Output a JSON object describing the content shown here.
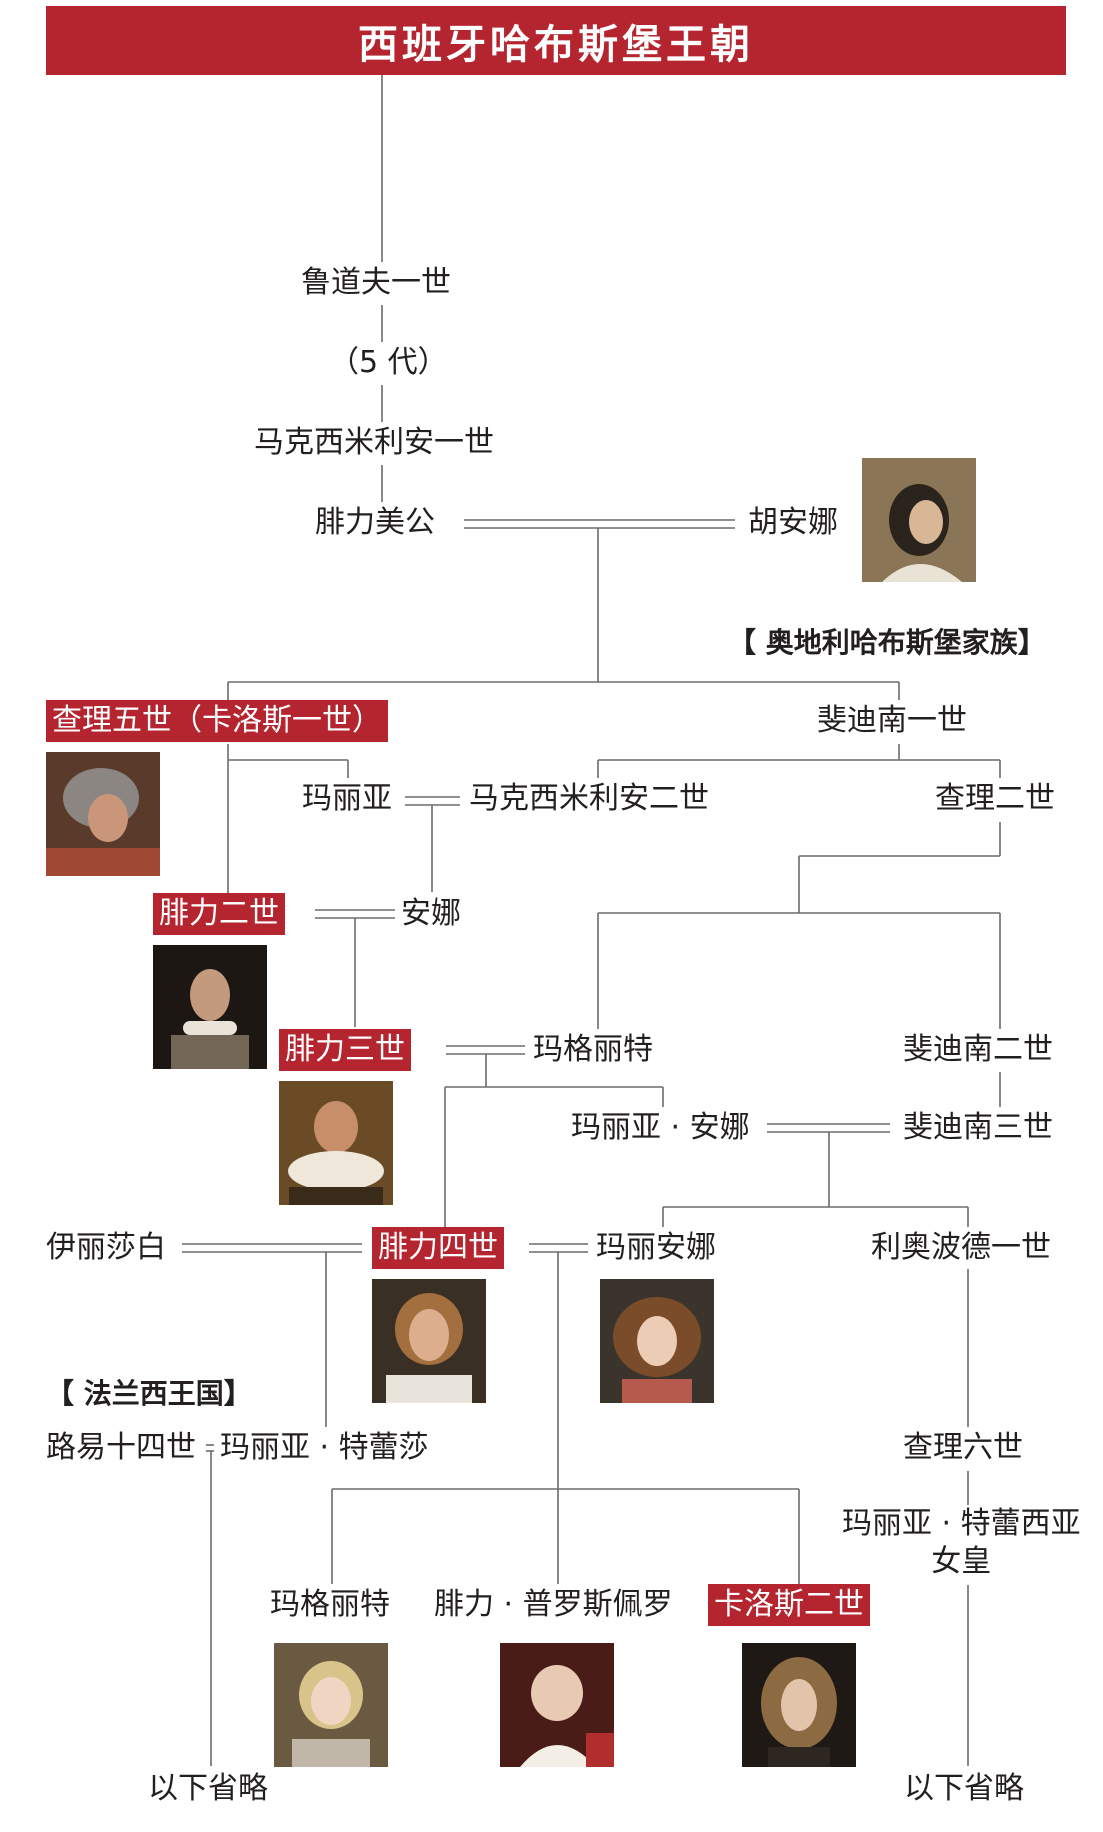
{
  "title": "西班牙哈布斯堡王朝",
  "houses": {
    "austria": "【 奥地利哈布斯堡家族】",
    "france": "【 法兰西王国】"
  },
  "people": {
    "rudolf1": "鲁道夫一世",
    "gen5": "（5 代）",
    "maximilian1": "马克西米利安一世",
    "philip_handsome": "腓力美公",
    "joanna": "胡安娜",
    "charles5": "查理五世（卡洛斯一世）",
    "ferdinand1": "斐迪南一世",
    "maria_a": "玛丽亚",
    "maximilian2": "马克西米利安二世",
    "charles2_austria": "查理二世",
    "philip2": "腓力二世",
    "anna": "安娜",
    "philip3": "腓力三世",
    "margaret_a": "玛格丽特",
    "ferdinand2": "斐迪南二世",
    "maria_anna_a": "玛丽亚 · 安娜",
    "ferdinand3": "斐迪南三世",
    "elisabeth": "伊丽莎白",
    "philip4": "腓力四世",
    "mariana": "玛丽安娜",
    "leopold1": "利奥波德一世",
    "louis14": "路易十四世",
    "maria_theresa_spain": "玛丽亚 · 特蕾莎",
    "charles6": "查理六世",
    "maria_theresa_line1": "玛丽亚 · 特蕾西亚",
    "maria_theresa_line2": "女皇",
    "margaret_b": "玛格丽特",
    "philip_prospero": "腓力 · 普罗斯佩罗",
    "charles2_spain": "卡洛斯二世",
    "omitted_left": "以下省略",
    "omitted_right": "以下省略"
  },
  "portraits": {
    "joanna": "portrait-joanna",
    "charles5": "portrait-charles5",
    "philip2": "portrait-philip2",
    "philip3": "portrait-philip3",
    "philip4": "portrait-philip4",
    "mariana": "portrait-mariana",
    "margaret": "portrait-margaret",
    "philip_prospero": "portrait-philip-prospero",
    "charles2": "portrait-charles2"
  },
  "colors": {
    "accent": "#b5252f",
    "line": "#6b6b6b",
    "text": "#231f20"
  }
}
